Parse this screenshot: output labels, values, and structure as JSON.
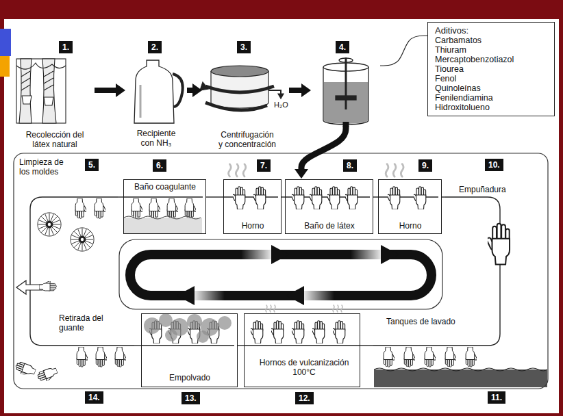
{
  "diagram": {
    "nodes": [
      {
        "text": [
          "1.",
          "Recolección del látex natural"
        ]
      },
      {
        "text": [
          "2.",
          "Recipiente con NH₃"
        ]
      },
      {
        "text": [
          "3.",
          "Centrifugación y concentración"
        ]
      },
      {
        "text": [
          "4."
        ]
      },
      {
        "text": [
          "Aditivos:",
          "Carbamatos",
          "Thiuram",
          "Mercaptobenzotiazol",
          "Tiourea",
          "Fenol",
          "Quinoleínas",
          "Fenilendiamina",
          "Hidroxitolueno"
        ]
      },
      {
        "text": [
          "5.",
          "Limpieza de los moldes"
        ]
      },
      {
        "text": [
          "6.",
          "Baño coagulante"
        ]
      },
      {
        "text": [
          "7.",
          "Horno"
        ]
      },
      {
        "text": [
          "8.",
          "Baño de látex"
        ]
      },
      {
        "text": [
          "9.",
          "Horno"
        ]
      },
      {
        "text": [
          "10.",
          "Empuñadura"
        ]
      },
      {
        "text": [
          "11.",
          "Tanques de lavado"
        ]
      },
      {
        "text": [
          "12.",
          "Hornos de vulcanización 100°C"
        ]
      },
      {
        "text": [
          "13.",
          "Empolvado"
        ]
      },
      {
        "text": [
          "14.",
          "Retirada del guante"
        ]
      }
    ],
    "edges": [
      {
        "from": 0,
        "to": 1,
        "arrow": "to"
      },
      {
        "from": 1,
        "to": 2,
        "arrow": "to"
      },
      {
        "from": 2,
        "to": 3,
        "arrow": "to"
      },
      {
        "from": 3,
        "to": 4,
        "arrow": "none"
      },
      {
        "from": 3,
        "to": 8,
        "arrow": "to"
      },
      {
        "from": 5,
        "to": 6,
        "arrow": "none"
      },
      {
        "from": 6,
        "to": 7,
        "arrow": "none"
      },
      {
        "from": 7,
        "to": 8,
        "arrow": "none"
      },
      {
        "from": 8,
        "to": 9,
        "arrow": "none"
      },
      {
        "from": 9,
        "to": 10,
        "arrow": "none"
      },
      {
        "from": 10,
        "to": 11,
        "arrow": "none"
      },
      {
        "from": 11,
        "to": 12,
        "arrow": "none"
      },
      {
        "from": 12,
        "to": 13,
        "arrow": "none"
      },
      {
        "from": 13,
        "to": 14,
        "arrow": "none"
      },
      {
        "from": 14,
        "to": 5,
        "arrow": "none"
      }
    ],
    "labels": [
      "H₂O"
    ]
  }
}
